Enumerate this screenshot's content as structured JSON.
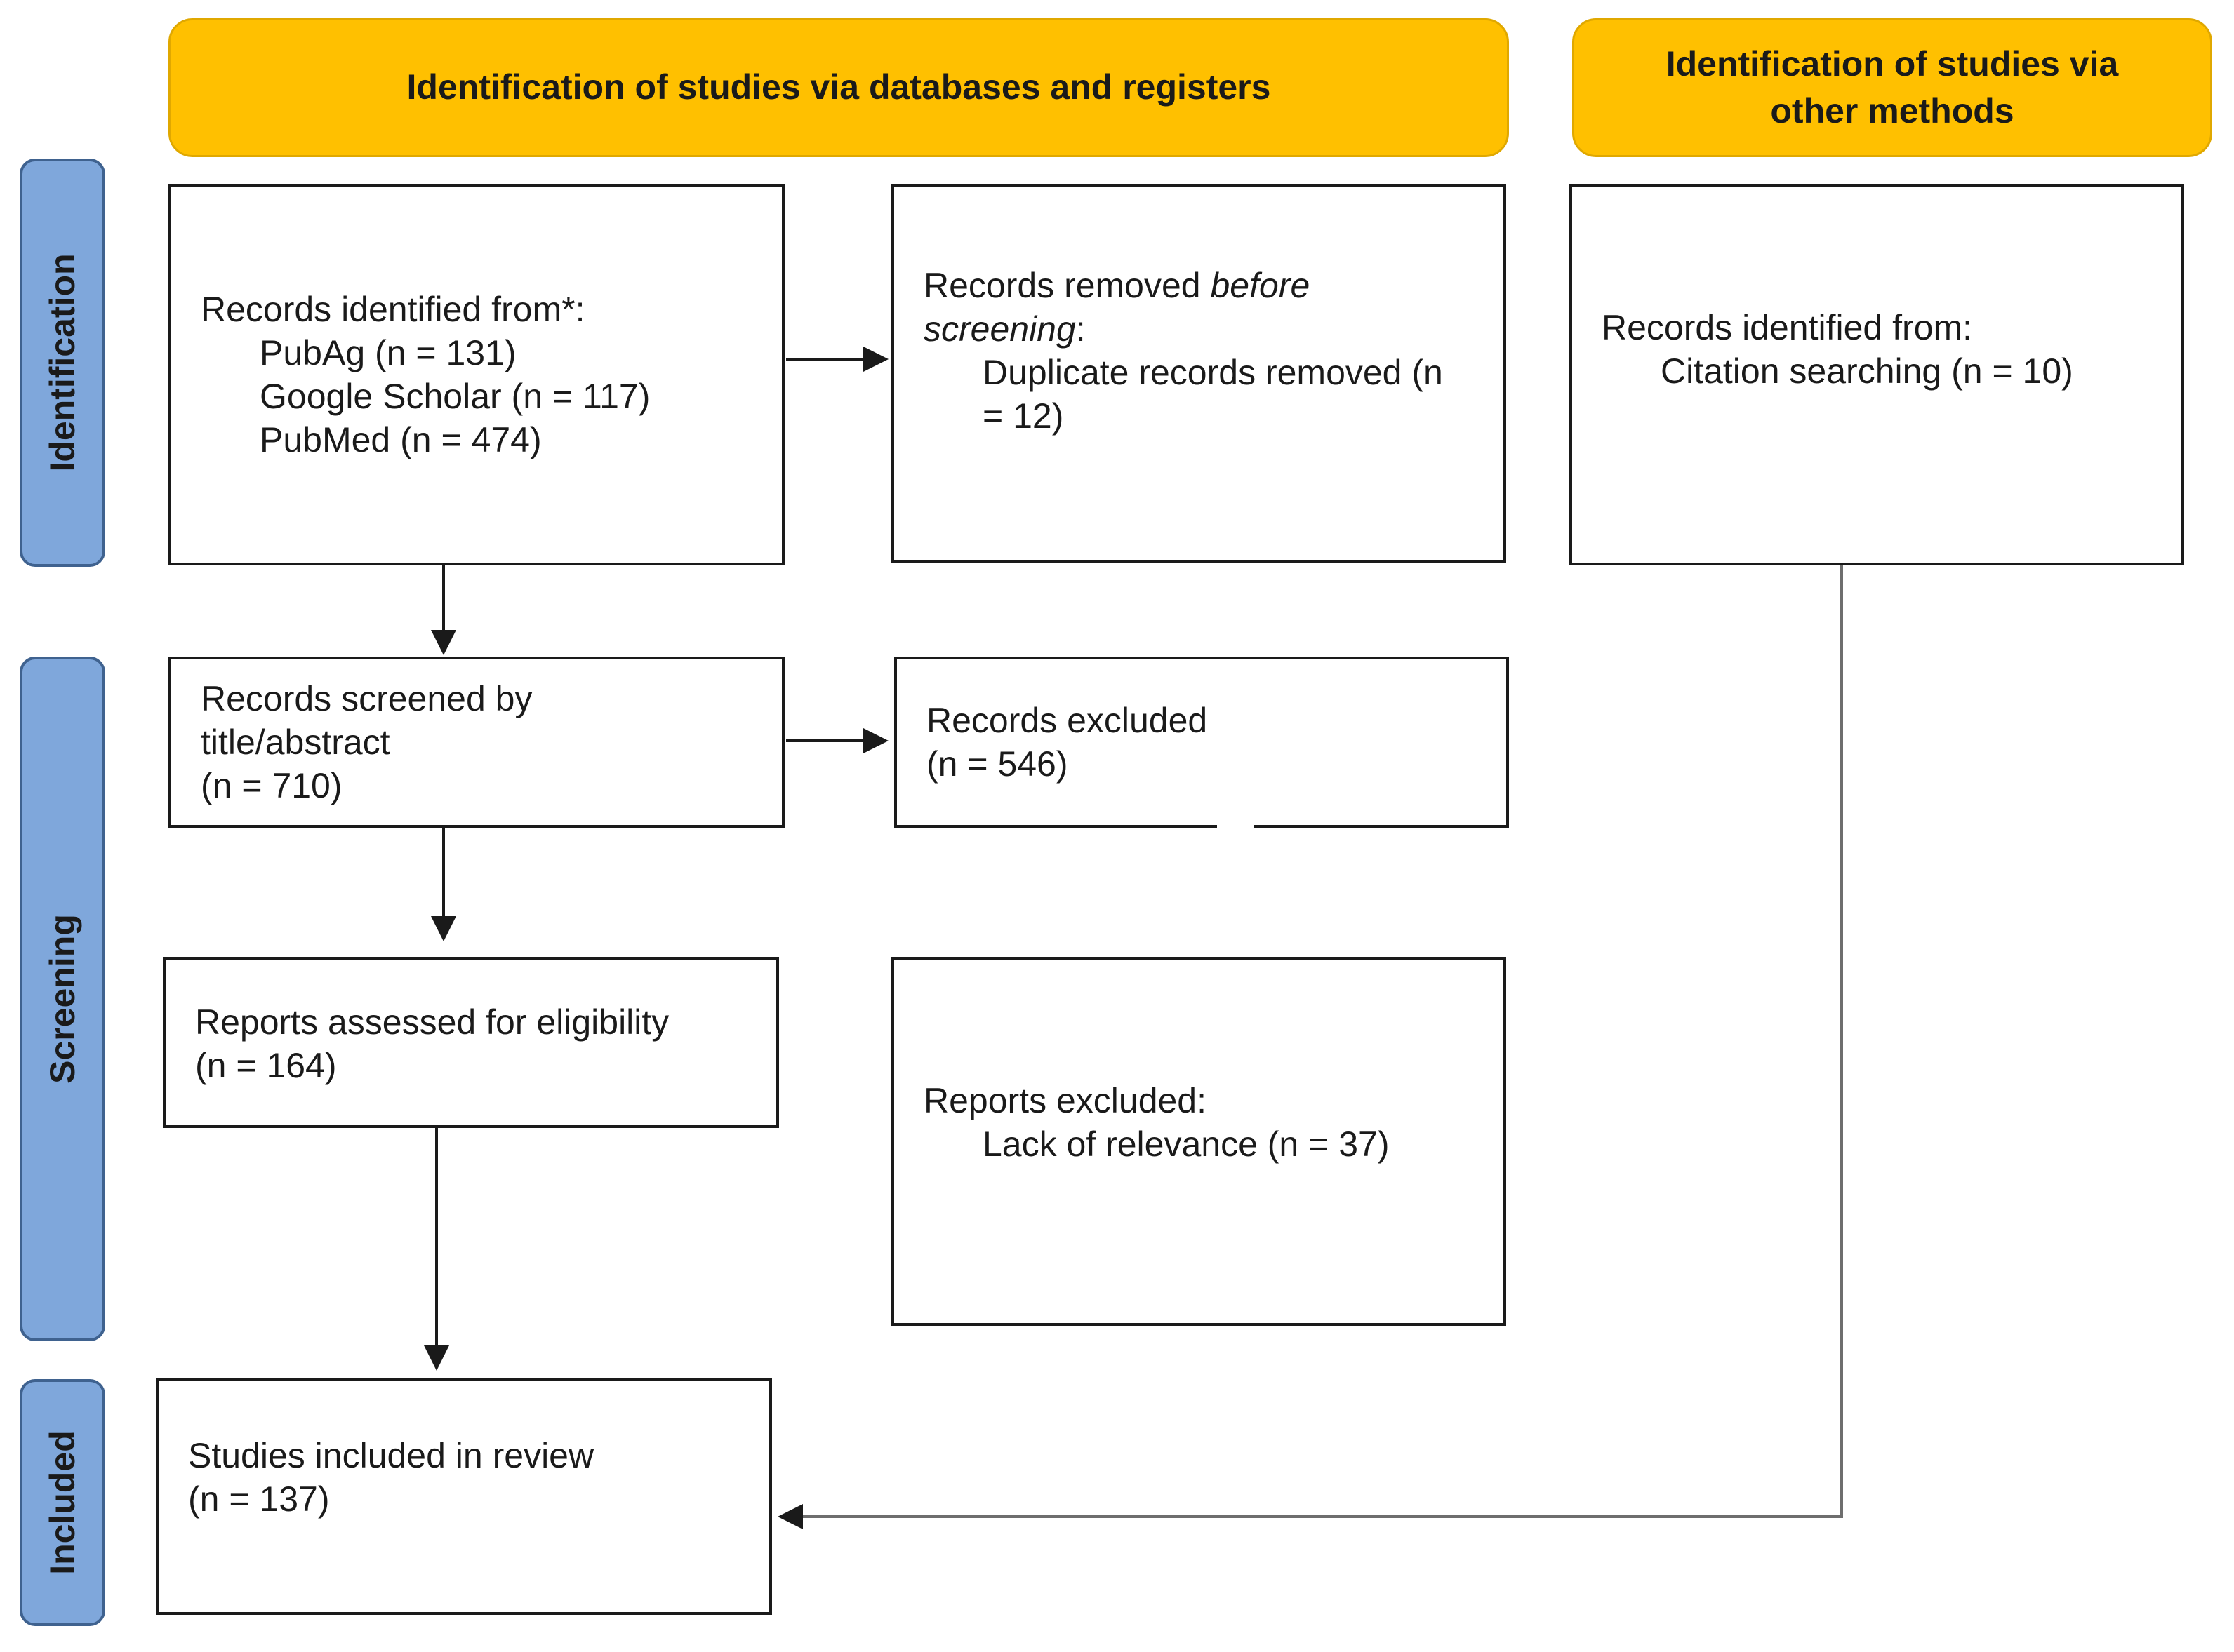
{
  "headers": {
    "databases": "Identification of studies via databases and registers",
    "other_line1": "Identification of studies via",
    "other_line2": "other methods"
  },
  "phases": {
    "identification": "Identification",
    "screening": "Screening",
    "included": "Included"
  },
  "boxes": {
    "records_identified": {
      "title": "Records identified from*:",
      "items": [
        "PubAg (n = 131)",
        "Google Scholar (n = 117)",
        "PubMed (n = 474)"
      ]
    },
    "records_removed": {
      "title_plain": "Records removed ",
      "title_italic1": "before",
      "title_italic2": "screening",
      "title_colon": ":",
      "item_line1": "Duplicate records removed (n",
      "item_line2": "= 12)"
    },
    "other_records": {
      "title": "Records identified from:",
      "item": "Citation searching (n = 10)"
    },
    "records_screened": {
      "line1": "Records screened by",
      "line2": "title/abstract",
      "line3": "(n = 710)"
    },
    "records_excluded": {
      "line1": "Records excluded",
      "line2": "(n = 546)"
    },
    "reports_assessed": {
      "line1": "Reports assessed for eligibility",
      "line2": "(n = 164)"
    },
    "reports_excluded": {
      "title": "Reports excluded:",
      "item": "Lack of relevance (n = 37)"
    },
    "studies_included": {
      "line1": "Studies included in review",
      "line2": "(n = 137)"
    }
  },
  "colors": {
    "header_fill": "#ffc000",
    "phase_fill": "#7fa7db",
    "phase_border": "#3f628f",
    "line": "#1a1a1a",
    "connector_gray": "#6e6e6e"
  }
}
